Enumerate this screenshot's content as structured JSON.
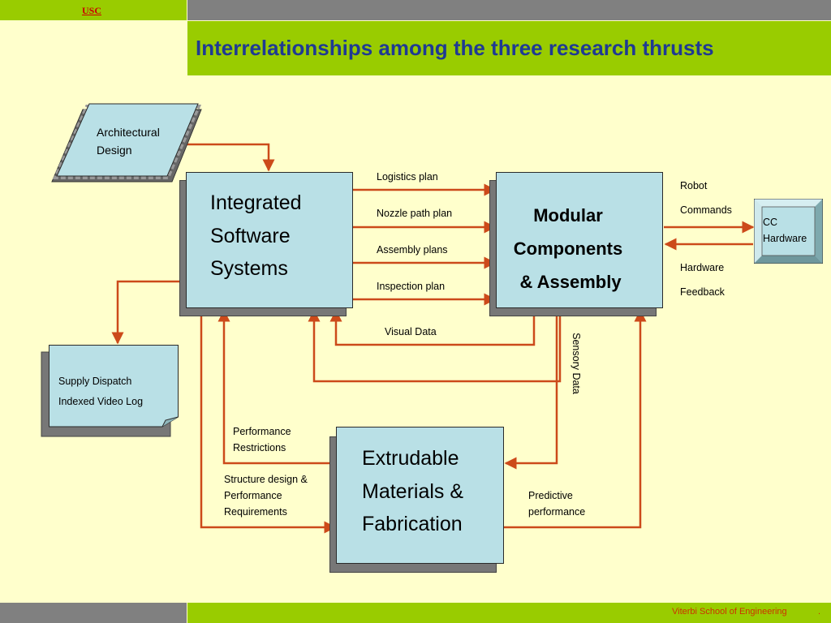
{
  "header": {
    "logo_text": "USC",
    "title": "Interrelationships among the three research thrusts"
  },
  "footer": {
    "text": "Viterbi School of Engineering",
    "dot": "."
  },
  "nodes": {
    "architectural_design": [
      "Architectural",
      "Design"
    ],
    "integrated_software": [
      "Integrated",
      "Software",
      "Systems"
    ],
    "modular_components": [
      "Modular",
      "Components",
      "& Assembly"
    ],
    "cc_hardware": [
      "CC",
      "Hardware"
    ],
    "supply_dispatch": [
      "Supply Dispatch",
      "Indexed Video Log"
    ],
    "extrudable_materials": [
      "Extrudable",
      "Materials &",
      "Fabrication"
    ]
  },
  "edges": {
    "logistics_plan": "Logistics plan",
    "nozzle_path_plan": "Nozzle path plan",
    "assembly_plans": "Assembly plans",
    "inspection_plan": "Inspection plan",
    "visual_data": "Visual Data",
    "sensory_data": "Sensory Data",
    "robot_commands": [
      "Robot",
      "Commands"
    ],
    "hardware_feedback": [
      "Hardware",
      "Feedback"
    ],
    "performance_restrictions": [
      "Performance",
      "Restrictions"
    ],
    "structure_design": [
      "Structure design &",
      "Performance",
      "Requirements"
    ],
    "predictive_performance": [
      "Predictive",
      "performance"
    ]
  },
  "colors": {
    "band_green": "#99cc00",
    "band_gray": "#808080",
    "background": "#ffffcc",
    "box_fill": "#b9e0e6",
    "arrow": "#cc4a1a",
    "title": "#1f3a93"
  }
}
